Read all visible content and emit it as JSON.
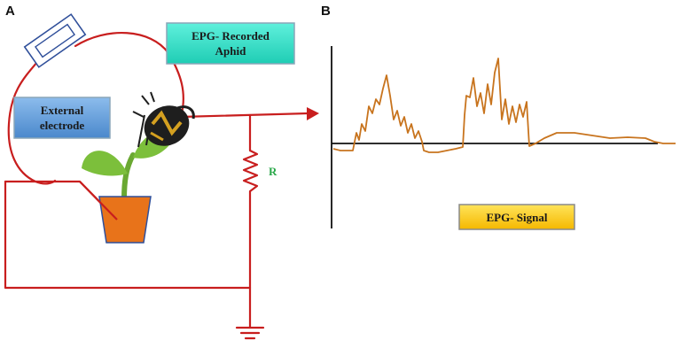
{
  "panel_a": {
    "letter": "A",
    "recorded_label_line1": "EPG- Recorded",
    "recorded_label_line2": "Aphid",
    "electrode_label_line1": "External",
    "electrode_label_line2": "electrode",
    "resistor_label": "R"
  },
  "panel_b": {
    "letter": "B",
    "signal_label": "EPG- Signal"
  },
  "colors": {
    "wire_red": "#c81e1e",
    "signal_orange": "#c8741e",
    "teal_box": "#33e0c8",
    "blue_box": "#5b9bd5",
    "yellow_box": "#ffcf1a",
    "pot_orange": "#e8731a",
    "leaf_green": "#7cbf3b"
  },
  "icons": [
    "probe-icon",
    "aphid-icon",
    "plant-icon",
    "pot-icon",
    "resistor-icon",
    "ground-icon",
    "arrow-icon"
  ]
}
